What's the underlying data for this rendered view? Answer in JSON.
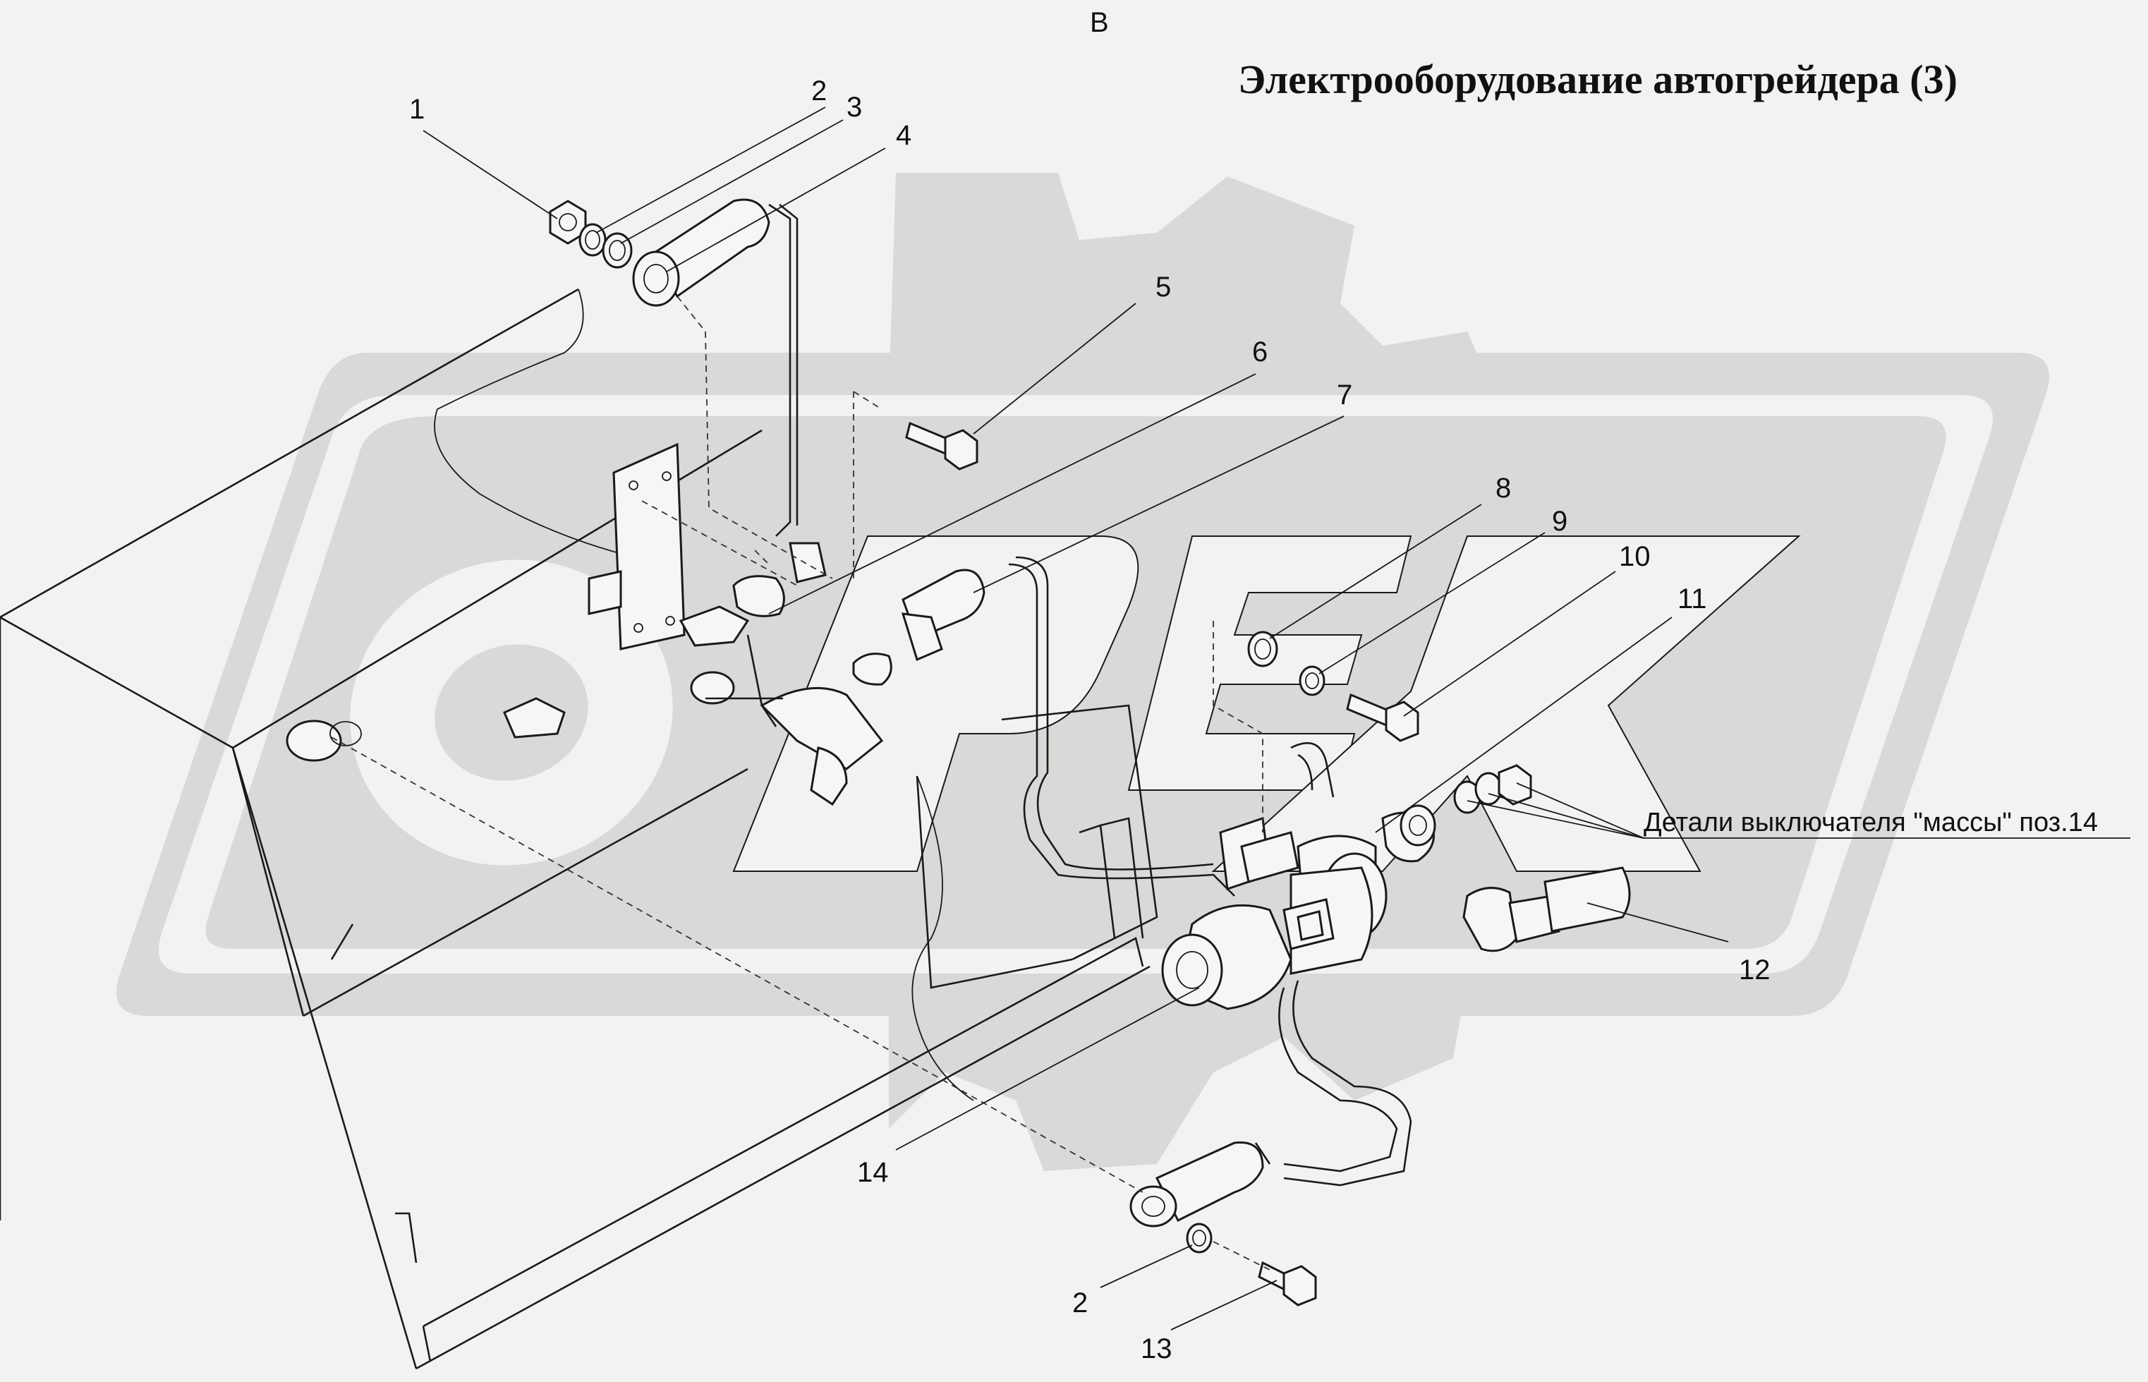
{
  "view_label": "В",
  "title": "Электрооборудование автогрейдера (3)",
  "callouts": [
    {
      "id": "1",
      "text": "1"
    },
    {
      "id": "2a",
      "text": "2"
    },
    {
      "id": "3",
      "text": "3"
    },
    {
      "id": "4",
      "text": "4"
    },
    {
      "id": "5",
      "text": "5"
    },
    {
      "id": "6",
      "text": "6"
    },
    {
      "id": "7",
      "text": "7"
    },
    {
      "id": "8",
      "text": "8"
    },
    {
      "id": "9",
      "text": "9"
    },
    {
      "id": "10",
      "text": "10"
    },
    {
      "id": "11",
      "text": "11"
    },
    {
      "id": "12",
      "text": "12"
    },
    {
      "id": "13",
      "text": "13"
    },
    {
      "id": "14",
      "text": "14"
    },
    {
      "id": "2b",
      "text": "2"
    }
  ],
  "note": "Детали выключателя \"массы\" поз.14",
  "watermark": {
    "lettering": "OPEX",
    "colors": [
      "#d9d9d7",
      "#cbcbc9"
    ]
  },
  "colors": {
    "background": "#f2f2f0",
    "line": "#1a1a1a"
  }
}
